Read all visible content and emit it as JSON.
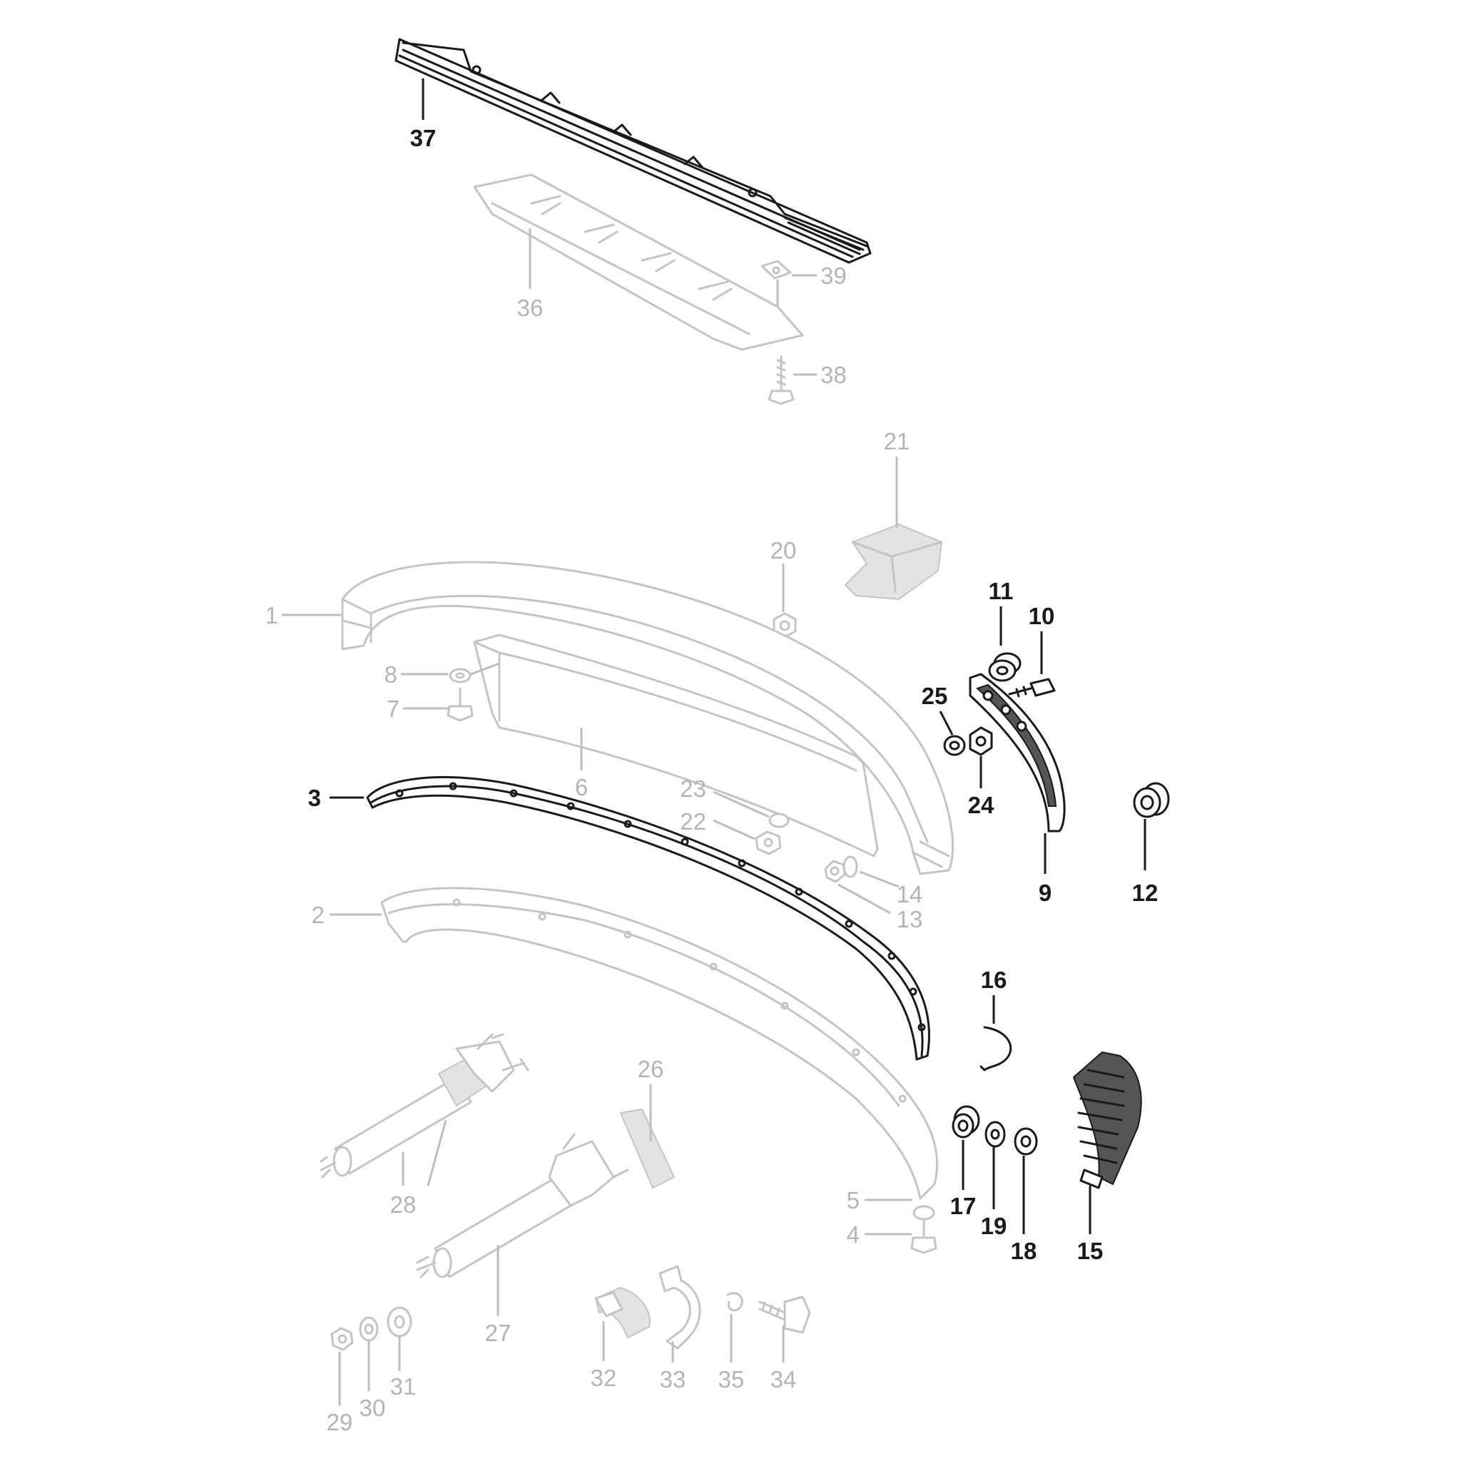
{
  "diagram": {
    "colors": {
      "active": "#1a1a1a",
      "inactive": "#b4b4b4",
      "background": "#ffffff"
    },
    "callouts": [
      {
        "id": "1",
        "state": "inactive"
      },
      {
        "id": "2",
        "state": "inactive"
      },
      {
        "id": "3",
        "state": "active"
      },
      {
        "id": "4",
        "state": "inactive"
      },
      {
        "id": "5",
        "state": "inactive"
      },
      {
        "id": "6",
        "state": "inactive"
      },
      {
        "id": "7",
        "state": "inactive"
      },
      {
        "id": "8",
        "state": "inactive"
      },
      {
        "id": "9",
        "state": "active"
      },
      {
        "id": "10",
        "state": "active"
      },
      {
        "id": "11",
        "state": "active"
      },
      {
        "id": "12",
        "state": "active"
      },
      {
        "id": "13",
        "state": "inactive"
      },
      {
        "id": "14",
        "state": "inactive"
      },
      {
        "id": "15",
        "state": "active"
      },
      {
        "id": "16",
        "state": "active"
      },
      {
        "id": "17",
        "state": "active"
      },
      {
        "id": "18",
        "state": "active"
      },
      {
        "id": "19",
        "state": "active"
      },
      {
        "id": "20",
        "state": "inactive"
      },
      {
        "id": "21",
        "state": "inactive"
      },
      {
        "id": "22",
        "state": "inactive"
      },
      {
        "id": "23",
        "state": "inactive"
      },
      {
        "id": "24",
        "state": "active"
      },
      {
        "id": "25",
        "state": "active"
      },
      {
        "id": "26",
        "state": "inactive"
      },
      {
        "id": "27",
        "state": "inactive"
      },
      {
        "id": "28",
        "state": "inactive"
      },
      {
        "id": "29",
        "state": "inactive"
      },
      {
        "id": "30",
        "state": "inactive"
      },
      {
        "id": "31",
        "state": "inactive"
      },
      {
        "id": "32",
        "state": "inactive"
      },
      {
        "id": "33",
        "state": "inactive"
      },
      {
        "id": "34",
        "state": "inactive"
      },
      {
        "id": "35",
        "state": "inactive"
      },
      {
        "id": "36",
        "state": "inactive"
      },
      {
        "id": "37",
        "state": "active"
      },
      {
        "id": "38",
        "state": "inactive"
      },
      {
        "id": "39",
        "state": "inactive"
      }
    ]
  }
}
